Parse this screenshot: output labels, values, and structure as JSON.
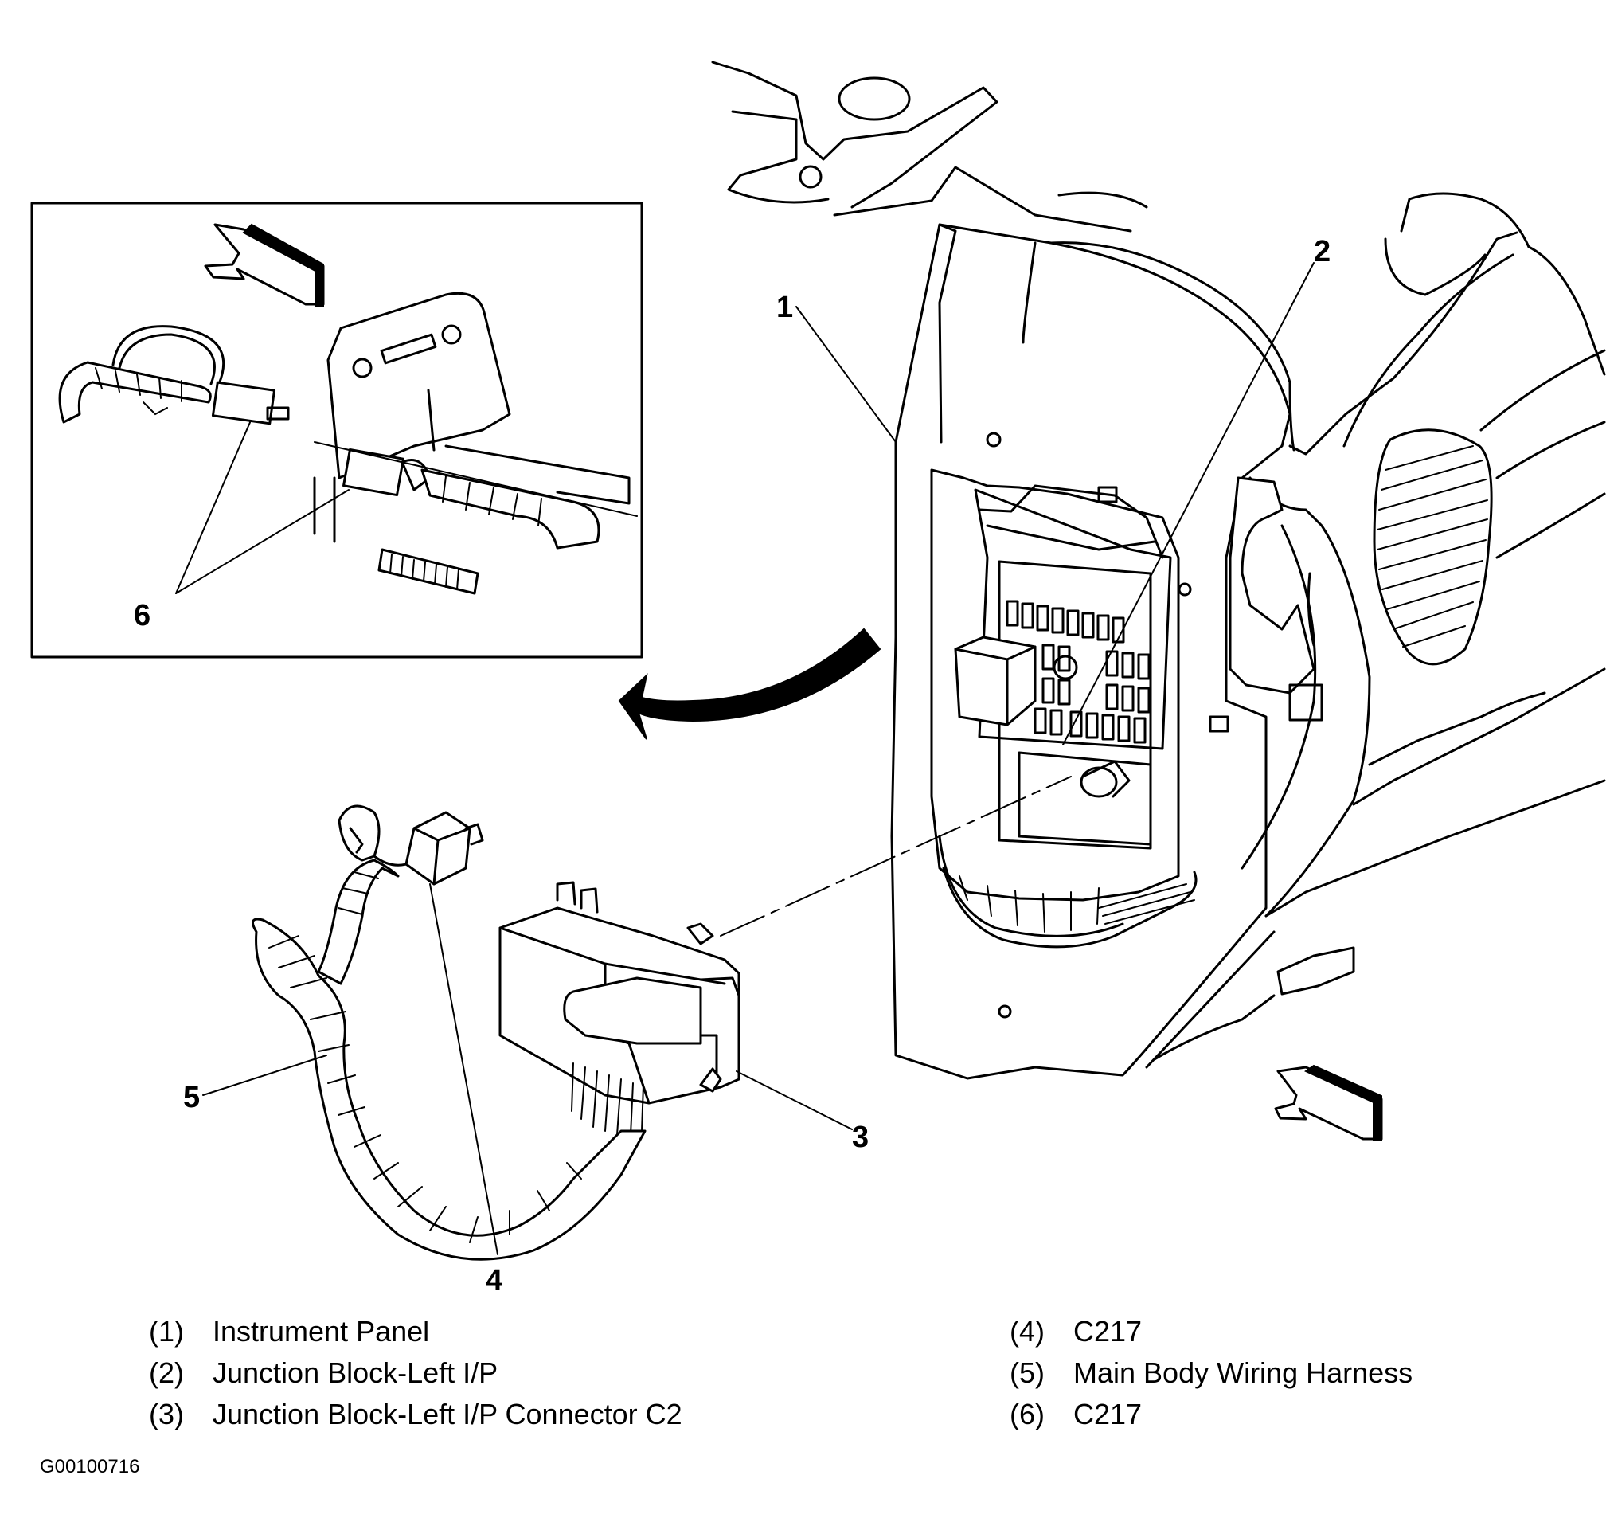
{
  "callouts": [
    "1",
    "2",
    "3",
    "4",
    "5",
    "6"
  ],
  "legend": {
    "left": [
      {
        "num": "(1)",
        "text": "Instrument Panel"
      },
      {
        "num": "(2)",
        "text": "Junction Block-Left I/P"
      },
      {
        "num": "(3)",
        "text": "Junction Block-Left I/P Connector C2"
      }
    ],
    "right": [
      {
        "num": "(4)",
        "text": "C217"
      },
      {
        "num": "(5)",
        "text": "Main Body Wiring Harness"
      },
      {
        "num": "(6)",
        "text": "C217"
      }
    ]
  },
  "figure_id": "G00100716"
}
